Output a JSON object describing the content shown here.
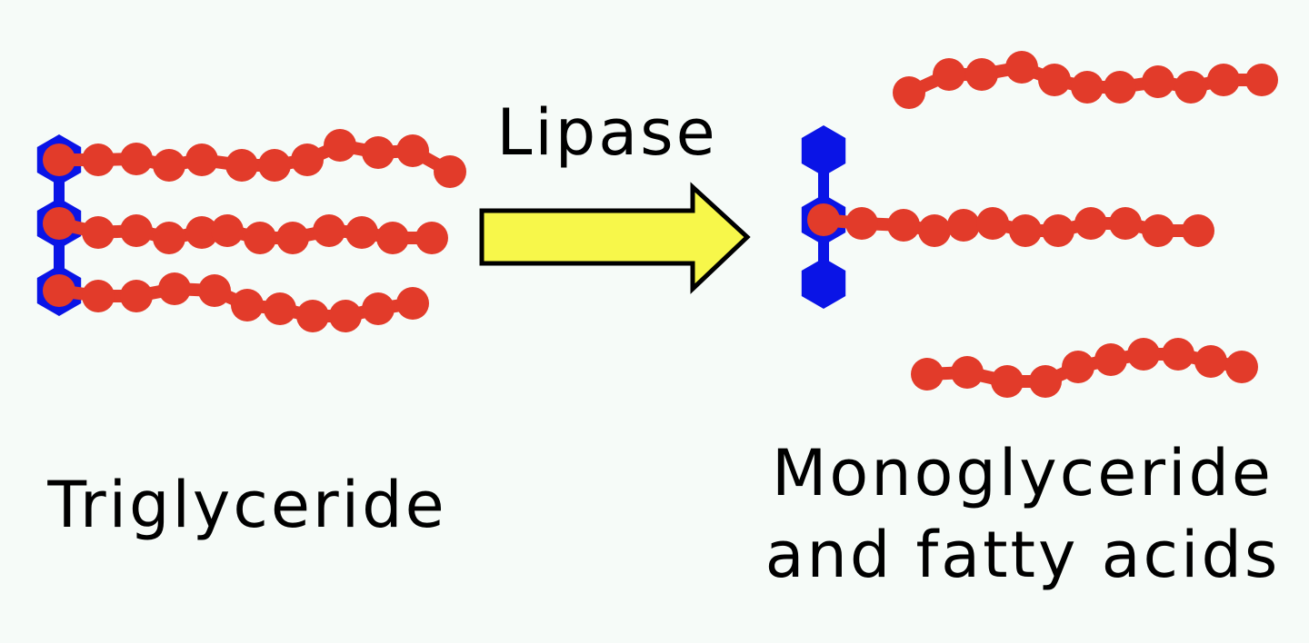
{
  "labels": {
    "enzyme": "Lipase",
    "reactant": "Triglyceride",
    "product_line1": "Monoglyceride",
    "product_line2": "and fatty acids"
  },
  "colors": {
    "background": "#f6fbf8",
    "glycerol": "#0a14e6",
    "fatty_acid": "#e23b2a",
    "arrow_fill": "#f7f74a",
    "arrow_stroke": "#000000"
  }
}
